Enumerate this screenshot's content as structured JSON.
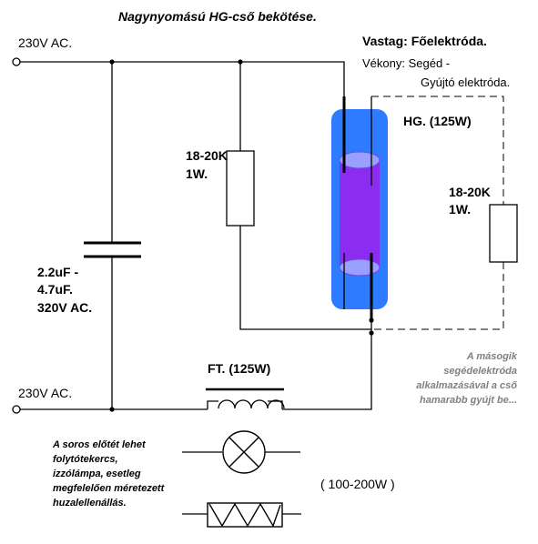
{
  "title": "Nagynyomású HG-cső bekötése.",
  "terminal_top_label": "230V AC.",
  "terminal_bottom_label": "230V AC.",
  "legend": {
    "thick": "Vastag: Főelektróda.",
    "thin_line1": "Vékony: Segéd -",
    "thin_line2": "Gyújtó elektróda."
  },
  "lamp_label": "HG. (125W)",
  "resistor_left": {
    "line1": "18-20K",
    "line2": "1W."
  },
  "resistor_right": {
    "line1": "18-20K",
    "line2": "1W."
  },
  "capacitor": {
    "line1": "2.2uF -",
    "line2": "4.7uF.",
    "line3": "320V AC."
  },
  "inductor_label": "FT. (125W)",
  "note_right": {
    "line1": "A másogik",
    "line2": "segédelektróda",
    "line3": "alkalmazásával a cső",
    "line4": "hamarabb gyújt be..."
  },
  "note_left": {
    "line1": "A soros előtét lehet",
    "line2": "folytótekercs,",
    "line3": "izzólámpa, esetleg",
    "line4": "megfelelően méretezett",
    "line5": "huzalellenállás."
  },
  "power_range": "( 100-200W )",
  "colors": {
    "tube_outer": "#2f7bff",
    "tube_inner": "#8b2cf0",
    "electrode_disk": "#9aa0ff",
    "note_grey": "#808080"
  }
}
